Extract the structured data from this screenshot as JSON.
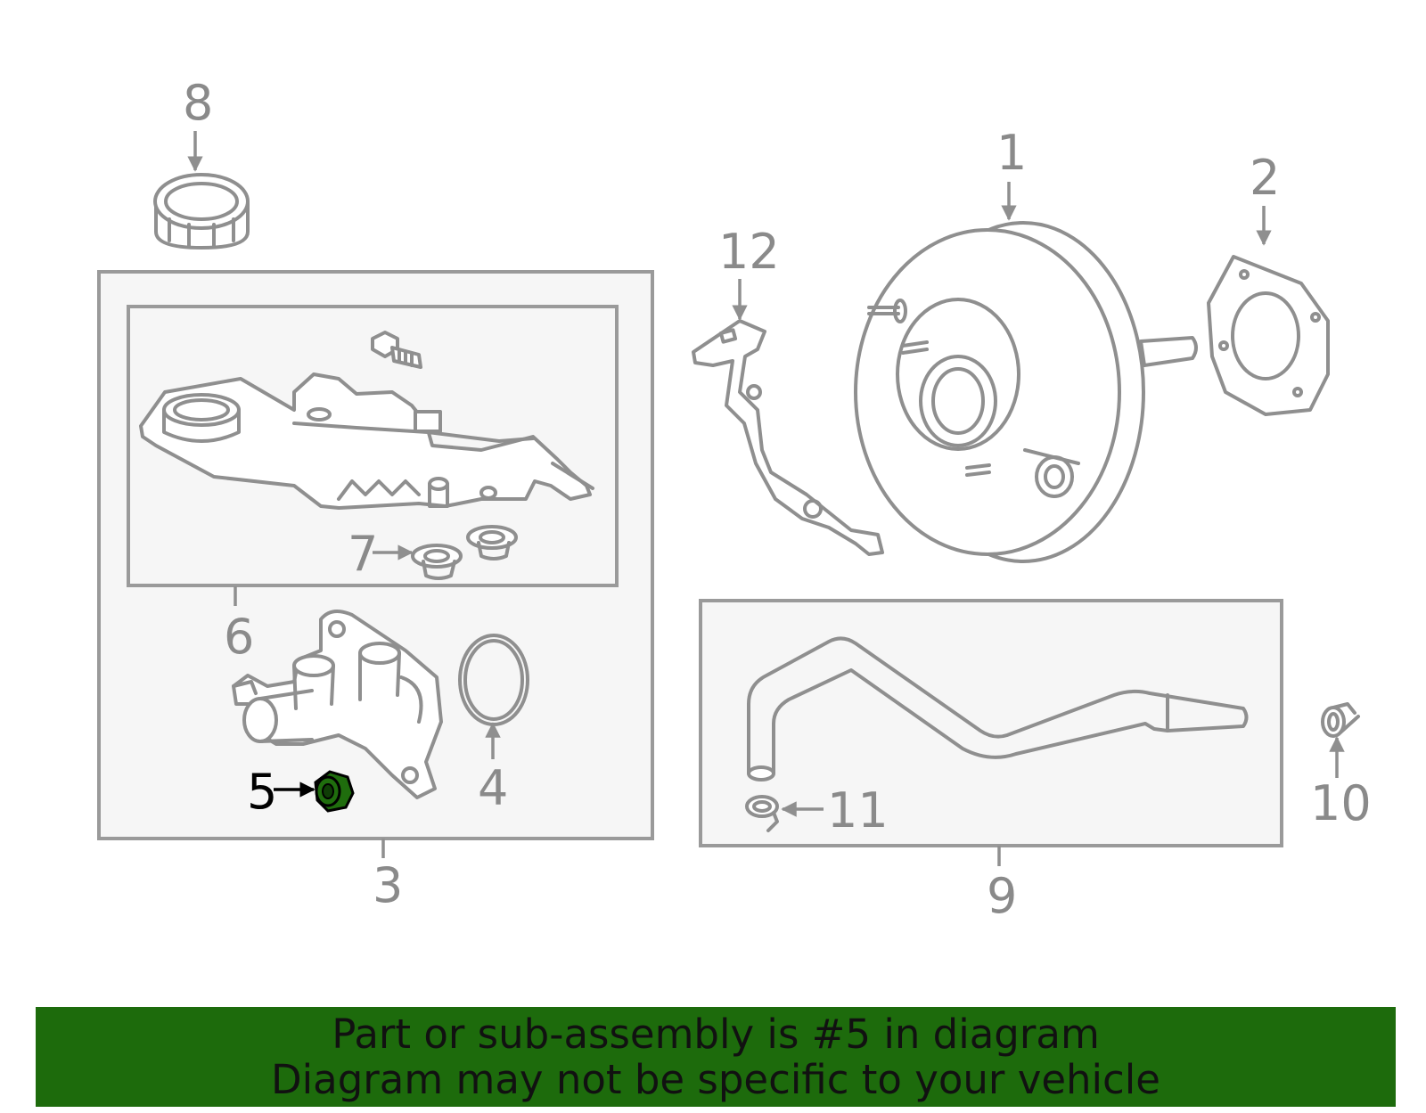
{
  "callouts": {
    "c1": "1",
    "c2": "2",
    "c3": "3",
    "c4": "4",
    "c5": "5",
    "c6": "6",
    "c7": "7",
    "c8": "8",
    "c9": "9",
    "c10": "10",
    "c11": "11",
    "c12": "12"
  },
  "highlight": {
    "part": "5",
    "color": "#1f6d0d"
  },
  "banner": {
    "line1": "Part or sub-assembly is #5 in diagram",
    "line2": "Diagram may not be specific to your vehicle",
    "bg_color": "#1d6b0c"
  },
  "colors": {
    "line": "#8f8f8f",
    "box_fill": "#f6f6f6"
  }
}
